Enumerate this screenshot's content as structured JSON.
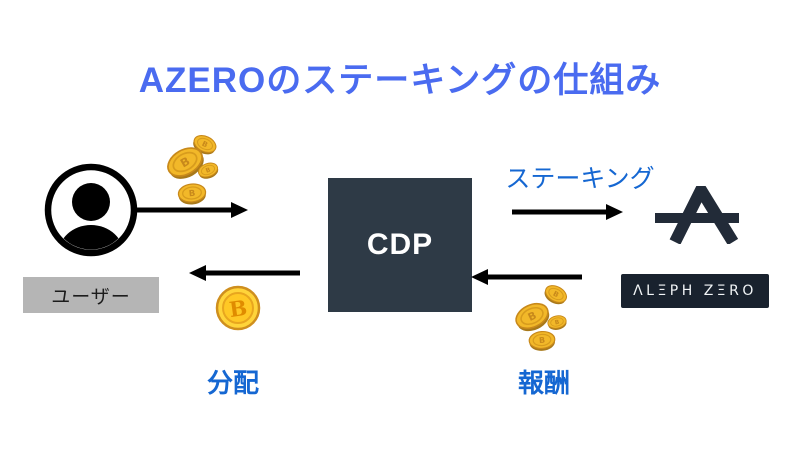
{
  "title": "AZEROのステーキングの仕組み",
  "nodes": {
    "user": {
      "label": "ユーザー"
    },
    "cdp": {
      "label": "CDP"
    },
    "aleph_zero": {
      "wordmark": "ΛLΞPH ZΞRO"
    }
  },
  "flows": {
    "staking": {
      "label": "ステーキング",
      "direction": "cdp-to-aleph"
    },
    "deposit": {
      "direction": "user-to-cdp"
    },
    "reward": {
      "label": "報酬",
      "direction": "aleph-to-cdp"
    },
    "distribution": {
      "label": "分配",
      "direction": "cdp-to-user"
    }
  },
  "icons": {
    "user_avatar": "user-avatar-icon",
    "deposit_coins": "gold-coins-icon",
    "reward_coins": "gold-coins-icon",
    "distribution_coin": "gold-coin-icon",
    "aleph_mark": "aleph-zero-logo-icon"
  },
  "colors": {
    "title_blue": "#4a6bf0",
    "label_blue": "#1567d2",
    "cdp_bg": "#2e3a46",
    "cdp_text": "#ffffff",
    "aleph_dark": "#19222e",
    "user_label_bg": "#b5b5b5",
    "coin_gold": "#f2b829",
    "arrow_black": "#000000",
    "background": "#ffffff"
  }
}
